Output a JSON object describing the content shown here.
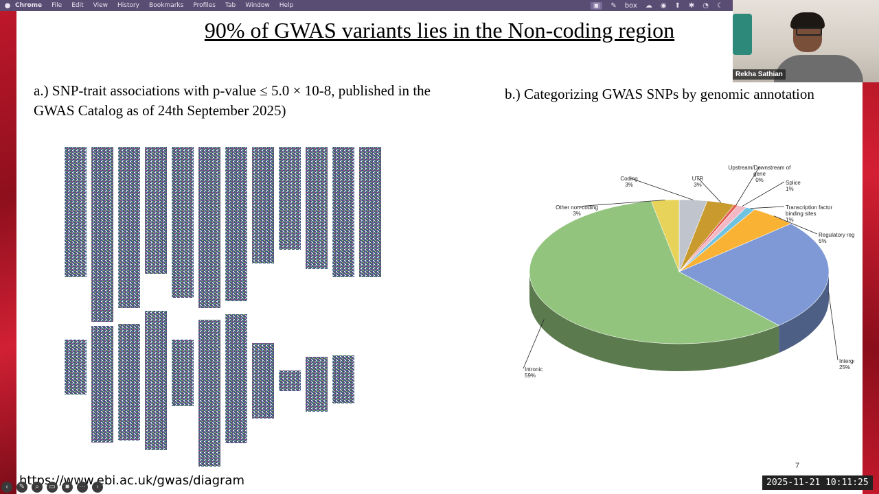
{
  "menubar": {
    "items": [
      "Chrome",
      "File",
      "Edit",
      "View",
      "History",
      "Bookmarks",
      "Profiles",
      "Tab",
      "Window",
      "Help"
    ],
    "tray_icons": [
      "screen-icon",
      "extensions-icon",
      "box-icon",
      "cloud-icon",
      "app-icon",
      "upload-icon",
      "bluetooth-icon",
      "wifi-icon",
      "moon-icon"
    ],
    "tray_labels": [
      "▣",
      "✎",
      "box",
      "☁",
      "◉",
      "⬆",
      "✱",
      "◔",
      "☾"
    ]
  },
  "slide": {
    "title": "90% of GWAS variants lies in the Non-coding region",
    "left_heading": "a.) SNP-trait associations with p-value ≤ 5.0 × 10-8, published in the GWAS Catalog as of 24th September 2025)",
    "right_heading": "b.) Categorizing GWAS SNPs by genomic annotation",
    "slide_number": "7",
    "url": "https://www.ebi.ac.uk/gwas/diagram"
  },
  "chart_data": {
    "type": "pie",
    "title": "",
    "slices": [
      {
        "label": "Intronic",
        "value": 59,
        "display": "59%",
        "color": "#93c47d"
      },
      {
        "label": "Intergenic",
        "value": 25,
        "display": "25%",
        "color": "#7e99d6"
      },
      {
        "label": "Regulatory region",
        "value": 5,
        "display": "5%",
        "color": "#f9b233"
      },
      {
        "label": "Transcription factor binding sites",
        "value": 1,
        "display": "1%",
        "color": "#6fc3e0"
      },
      {
        "label": "Splice",
        "value": 1,
        "display": "1%",
        "color": "#f2b8c6"
      },
      {
        "label": "Upstream/Downstream of gene",
        "value": 0,
        "display": "0%",
        "color": "#e05a4f"
      },
      {
        "label": "UTR",
        "value": 3,
        "display": "3%",
        "color": "#c99a2e"
      },
      {
        "label": "Coding",
        "value": 3,
        "display": "3%",
        "color": "#c0c4cc"
      },
      {
        "label": "Other non-coding",
        "value": 3,
        "display": "3%",
        "color": "#e8d35a"
      }
    ]
  },
  "webcam": {
    "name": "Rekha Sathian"
  },
  "toolbar": {
    "icons": [
      "back-icon",
      "pen-icon",
      "zoom-icon",
      "captions-icon",
      "record-icon",
      "more-icon",
      "forward-icon"
    ]
  },
  "timestamp": "2025-11-21  10:11:25"
}
